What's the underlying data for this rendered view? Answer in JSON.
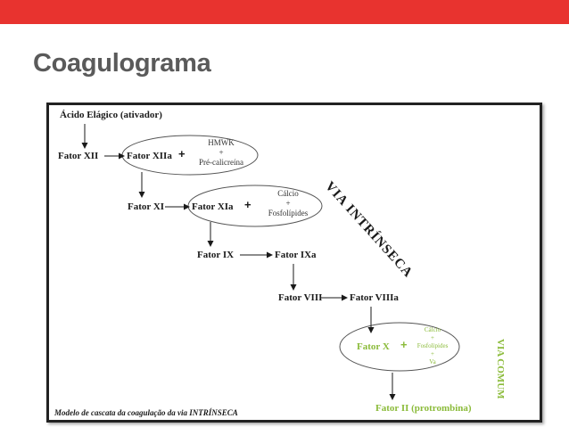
{
  "slide": {
    "title": "Coagulograma",
    "colors": {
      "accent": "#e8332f",
      "title": "#5a5a5a",
      "common_pathway": "#8bbb3a"
    }
  },
  "diagram": {
    "activator": "Ácido Elágico (ativador)",
    "fxii": "Fator XII",
    "fxiia": "Fator XIIa",
    "plus": "+",
    "hmwk": "HMWK",
    "hmwk_plus": "+",
    "precalicreina": "Pré-calicreína",
    "fxi": "Fator XI",
    "fxia": "Fator XIa",
    "calcio": "Cálcio",
    "calcio_plus": "+",
    "fosfolipides": "Fosfolípides",
    "fix": "Fator IX",
    "fixa": "Fator IXa",
    "fviii": "Fator VIII",
    "fviiia": "Fator VIIIa",
    "fx": "Fator X",
    "calcio2": "Cálcio",
    "fosfolipides2": "Fosfolipides",
    "va": "Va",
    "fii": "Fator  II (protrombina)",
    "via_intrinseca": "VIA INTRÍNSECA",
    "via_comum": "VIA COMUM",
    "caption": "Modelo de cascata da coagulação da via INTRÍNSECA"
  }
}
